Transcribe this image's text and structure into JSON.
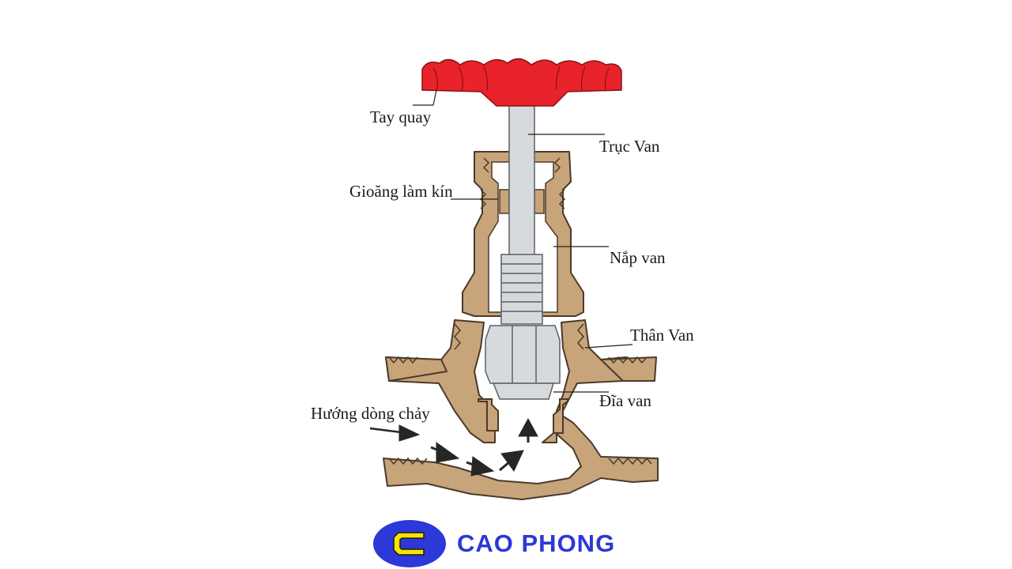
{
  "labels": {
    "handwheel": "Tay quay",
    "stem": "Trục Van",
    "gasket": "Gioăng làm kín",
    "bonnet": "Nắp van",
    "body": "Thân Van",
    "disc": "Đĩa van",
    "flow": "Hướng dòng chảy"
  },
  "brand": {
    "name": "CAO PHONG",
    "mark": "C"
  },
  "colors": {
    "handwheel": "#e8232a",
    "brass": "#c8a47a",
    "brass_outline": "#4a3a2a",
    "stem": "#d7dadd",
    "stem_outline": "#5c6066",
    "arrow": "#262626",
    "leader": "#222222",
    "brand_blue": "#2c38d8",
    "brand_yellow": "#f5e400"
  }
}
